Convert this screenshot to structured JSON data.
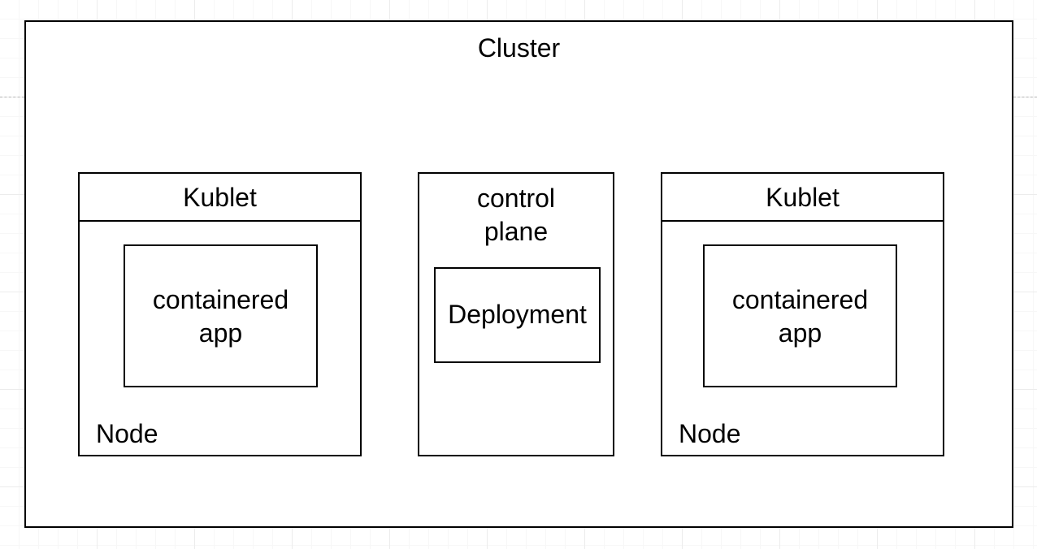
{
  "diagram": {
    "cluster": {
      "title": "Cluster"
    },
    "nodes": [
      {
        "kublet_label": "Kublet",
        "app_label": "containered\napp",
        "node_label": "Node"
      },
      {
        "kublet_label": "Kublet",
        "app_label": "containered\napp",
        "node_label": "Node"
      }
    ],
    "control_plane": {
      "label": "control\nplane",
      "deployment_label": "Deployment"
    }
  }
}
